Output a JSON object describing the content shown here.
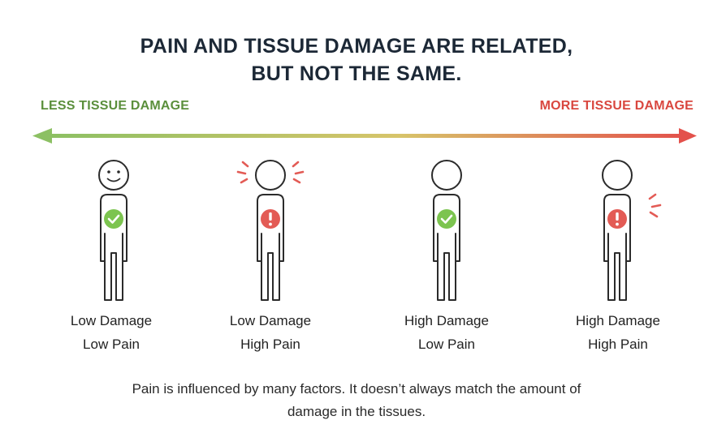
{
  "title": {
    "line1": "PAIN AND TISSUE DAMAGE ARE RELATED,",
    "line2": "BUT NOT THE SAME."
  },
  "axis": {
    "left_label": "LESS TISSUE DAMAGE",
    "right_label": "MORE TISSUE DAMAGE",
    "left_color": "#5b8f3c",
    "right_color": "#d9473f"
  },
  "scenarios": [
    {
      "damage": "Low Damage",
      "pain": "Low Pain",
      "face": "smile",
      "badge": "check-icon",
      "pain_lines": "none"
    },
    {
      "damage": "Low Damage",
      "pain": "High Pain",
      "face": "blank",
      "badge": "exclamation-icon",
      "pain_lines": "both"
    },
    {
      "damage": "High Damage",
      "pain": "Low Pain",
      "face": "blank",
      "badge": "check-icon",
      "pain_lines": "none"
    },
    {
      "damage": "High Damage",
      "pain": "High Pain",
      "face": "blank",
      "badge": "exclamation-icon",
      "pain_lines": "right"
    }
  ],
  "colors": {
    "check": "#7cc44f",
    "alert": "#e35b55",
    "outline": "#2b2b2b"
  },
  "footnote": {
    "line1": "Pain is influenced by many factors. It doesn’t always match the amount of",
    "line2": "damage in the tissues."
  }
}
